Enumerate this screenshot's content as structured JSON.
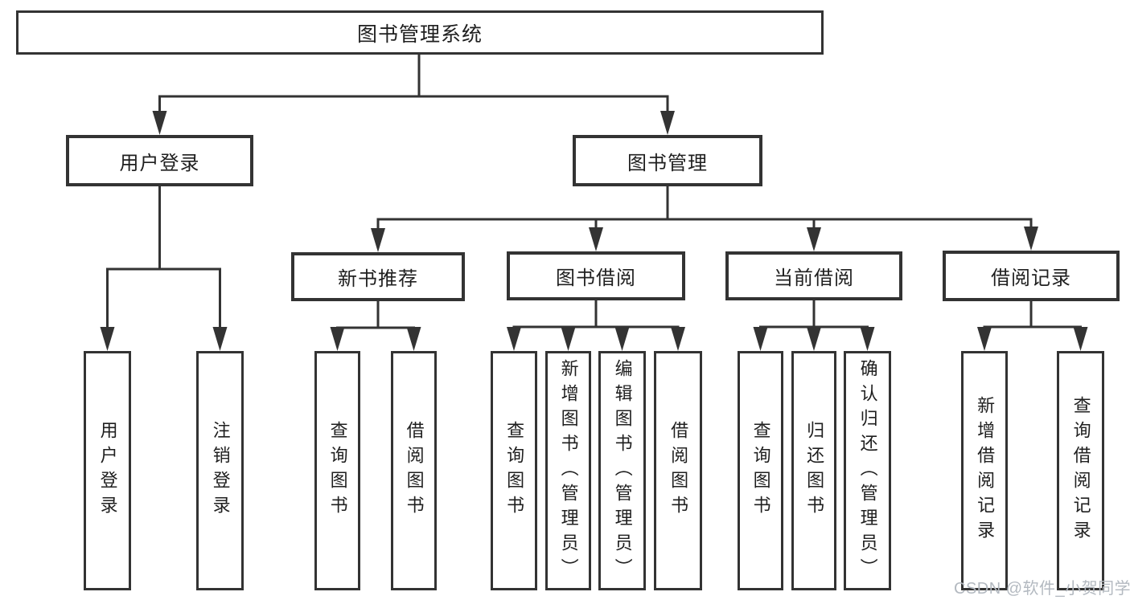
{
  "diagram": {
    "root": {
      "label": "图书管理系统"
    },
    "branches": [
      {
        "label": "用户登录",
        "leaves": [
          "用户登录",
          "注销登录"
        ]
      },
      {
        "label": "图书管理",
        "groups": [
          {
            "label": "新书推荐",
            "leaves": [
              "查询图书",
              "借阅图书"
            ]
          },
          {
            "label": "图书借阅",
            "leaves": [
              "查询图书",
              "新增图书（管理员）",
              "编辑图书（管理员）",
              "借阅图书"
            ]
          },
          {
            "label": "当前借阅",
            "leaves": [
              "查询图书",
              "归还图书",
              "确认归还（管理员）"
            ]
          },
          {
            "label": "借阅记录",
            "leaves": [
              "新增借阅记录",
              "查询借阅记录"
            ]
          }
        ]
      }
    ],
    "line_color": "#333333",
    "background": "#ffffff"
  },
  "watermark": "CSDN @软件_小贺同学"
}
